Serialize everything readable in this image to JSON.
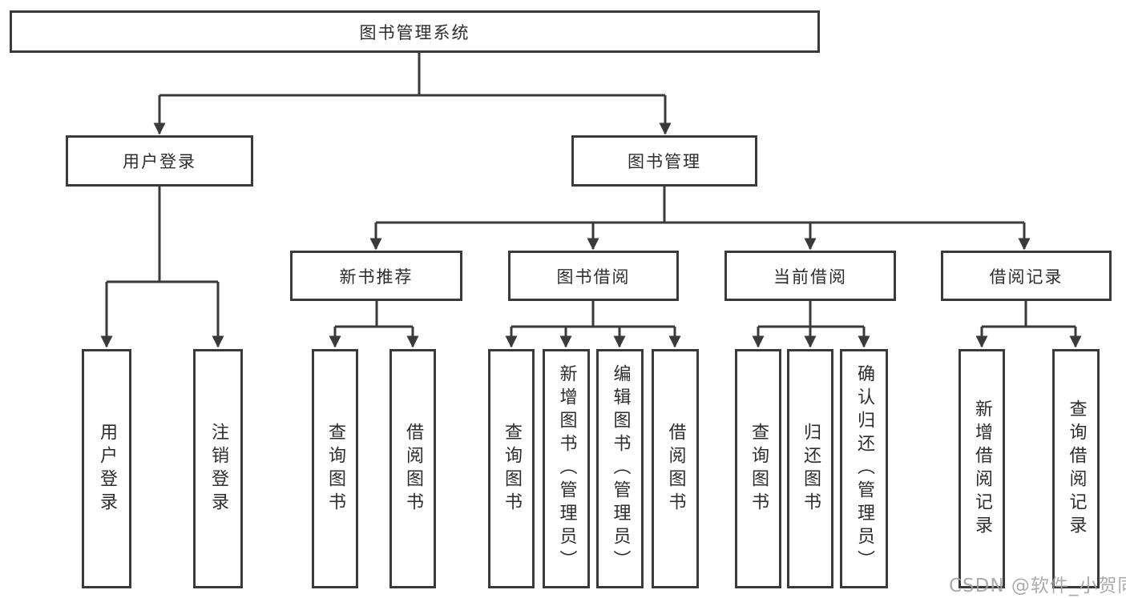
{
  "nodes": {
    "root": "图书管理系统",
    "user_login": "用户登录",
    "book_management": "图书管理",
    "new_book_recommend": "新书推荐",
    "book_borrow": "图书借阅",
    "current_borrow": "当前借阅",
    "borrow_record": "借阅记录"
  },
  "leaves": {
    "login": [
      "用户登录",
      "注销登录"
    ],
    "new_book": [
      "查询图书",
      "借阅图书"
    ],
    "borrow": [
      "查询图书",
      "新增图书（管理员）",
      "编辑图书（管理员）",
      "借阅图书"
    ],
    "current": [
      "查询图书",
      "归还图书",
      "确认归还（管理员）"
    ],
    "record": [
      "新增借阅记录",
      "查询借阅记录"
    ]
  },
  "watermark": {
    "text": "CSDN @软件_小贺同学"
  },
  "colors": {
    "line": "#3a3a3a",
    "text": "#2d2d2d",
    "watermark": "#a0a0a0",
    "background": "#ffffff"
  }
}
